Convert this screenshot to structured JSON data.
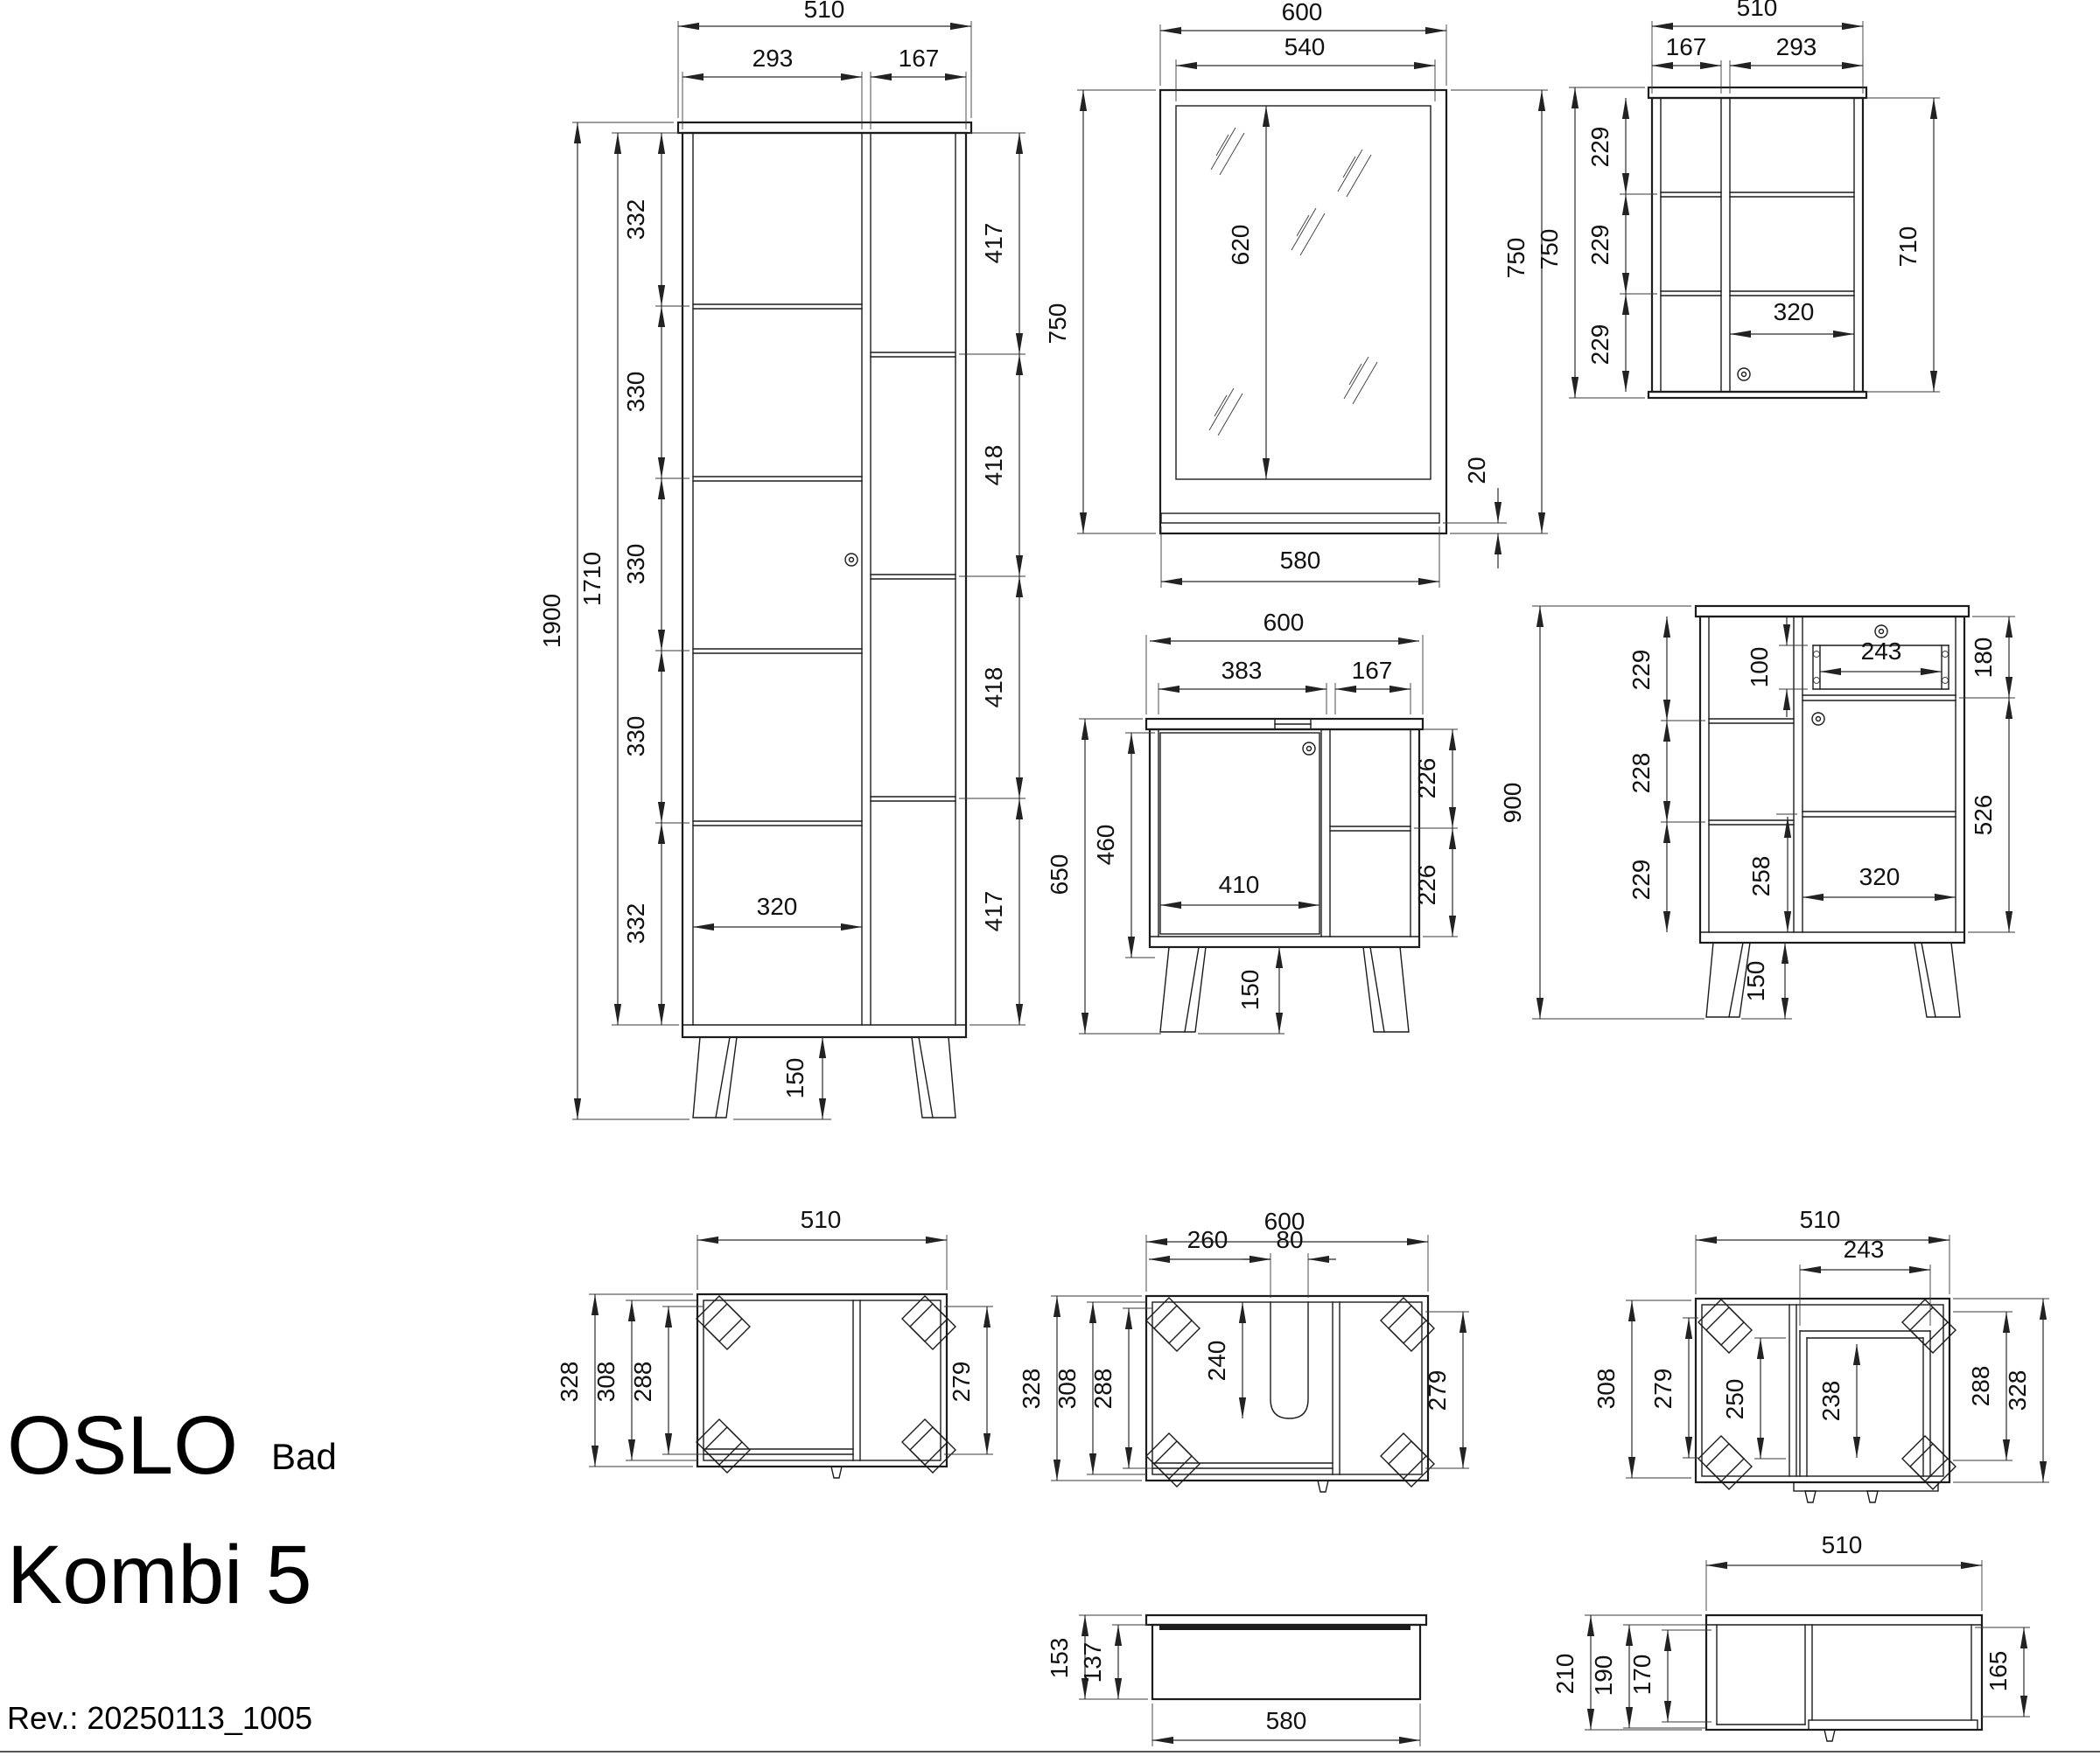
{
  "title": {
    "name": "OSLO",
    "suffix": "Bad",
    "variant": "Kombi 5"
  },
  "revision": "Rev.: 20250113_1005",
  "views": {
    "tall_front": {
      "w": "510",
      "dw": "293",
      "sw": "167",
      "h": "1900",
      "hi": "1710",
      "lc": [
        "332",
        "330",
        "330",
        "330",
        "332"
      ],
      "rc": [
        "417",
        "418",
        "418",
        "417"
      ],
      "iw": "320",
      "leg": "150"
    },
    "mirror": {
      "w": "600",
      "gw": "540",
      "hl": "750",
      "gh": "620",
      "st": "20",
      "hr": "750",
      "sw": "580"
    },
    "wall_front": {
      "w": "510",
      "sw": "167",
      "dw": "293",
      "h": "750",
      "lc": [
        "229",
        "229",
        "229"
      ],
      "dh": "710",
      "iw": "320"
    },
    "vanity_front": {
      "w": "600",
      "dw": "383",
      "sw": "167",
      "h": "650",
      "dh": "460",
      "iw": "410",
      "rc": [
        "226",
        "226"
      ],
      "leg": "150"
    },
    "midi_front": {
      "h": "900",
      "lc": [
        "229",
        "228",
        "229"
      ],
      "dih": "100",
      "diw": "243",
      "drh": "180",
      "doh": "526",
      "bih": "258",
      "iw": "320",
      "leg": "150"
    },
    "tall_top": {
      "w": "510",
      "d1": "328",
      "d2": "308",
      "d3": "288",
      "dd": "279"
    },
    "vanity_top": {
      "w": "600",
      "co": "260",
      "cw": "80",
      "cd": "240",
      "d1": "328",
      "d2": "308",
      "d3": "288",
      "dd": "279"
    },
    "midi_top": {
      "w": "510",
      "dw": "243",
      "d1": "308",
      "d2": "279",
      "d3": "250",
      "d4": "238",
      "r1": "288",
      "r2": "328"
    },
    "shelf_side": {
      "h1": "153",
      "h2": "137",
      "w": "580"
    },
    "wall_top": {
      "w": "510",
      "d1": "210",
      "d2": "190",
      "d3": "170",
      "dr": "165"
    }
  }
}
